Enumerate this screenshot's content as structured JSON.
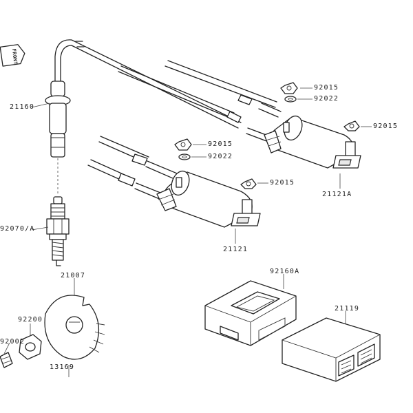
{
  "front_tag": "FRONT",
  "parts": {
    "cable": "21160",
    "spark_plug": "92070/A",
    "plate": "21007",
    "nut": "92200",
    "bolt": "92002",
    "bottom": "13169",
    "coil_a": "21121A",
    "coil": "21121",
    "nut_upper_a": "92015",
    "washer_upper_a": "92022",
    "nut_right_a": "92015",
    "nut_upper": "92015",
    "washer_upper": "92022",
    "nut_right": "92015",
    "cover": "92160A",
    "ecu": "21119"
  }
}
